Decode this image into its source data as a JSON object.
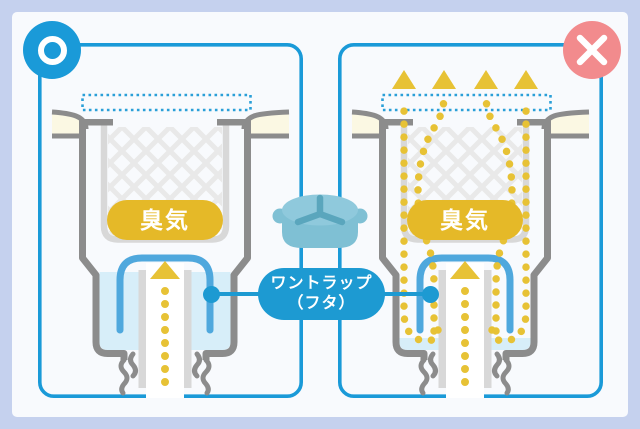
{
  "panels": {
    "left": {
      "mark": "correct-circle",
      "odor_label": "臭気"
    },
    "right": {
      "mark": "incorrect-cross",
      "odor_label": "臭気"
    }
  },
  "center": {
    "label_line1": "ワントラップ",
    "label_line2": "（フタ）"
  },
  "colors": {
    "accent_blue": "#1a9ad8",
    "label_blue": "#1d9ad2",
    "error_pink": "#f28b8d",
    "odor_pill_yellow": "#e5b928",
    "arrow_yellow": "#e7c235",
    "water_blue": "#d7eef9",
    "trap_blue": "#4fa8dd",
    "outline_gray": "#8c8c8c",
    "light_gray": "#d8d8d8",
    "floor_cream": "#fbf8e3",
    "frame_border": "#c5d1ee",
    "card_bg": "#f8fafd"
  }
}
